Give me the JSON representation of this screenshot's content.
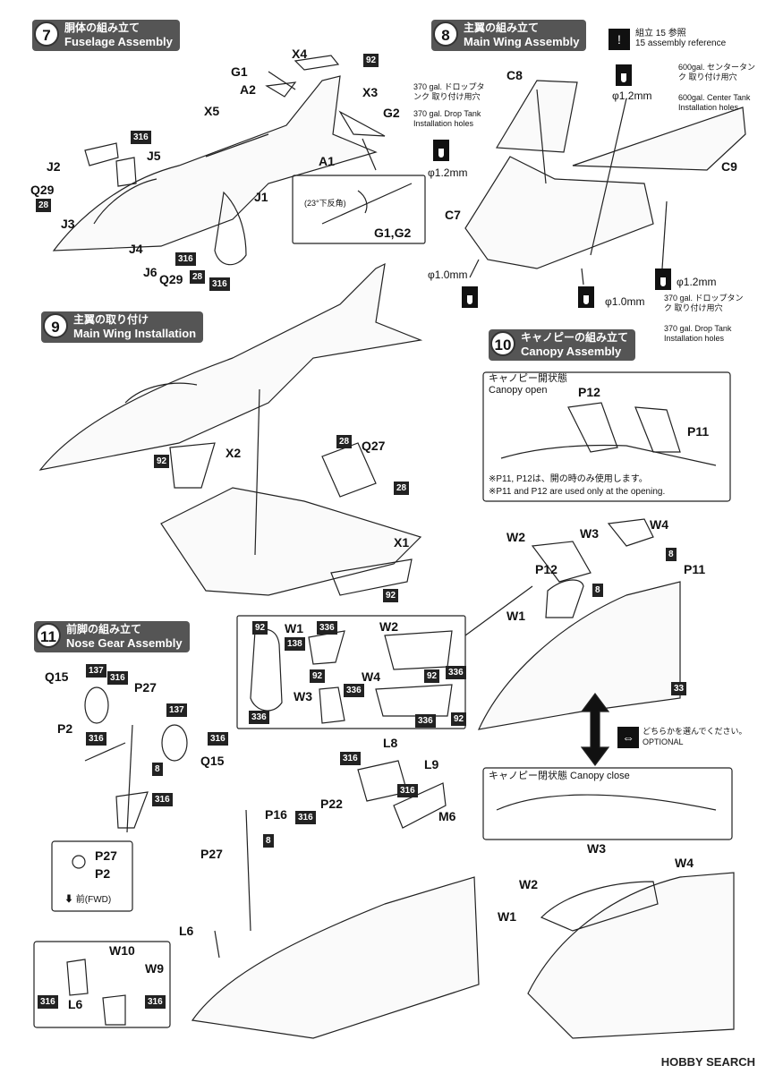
{
  "step7": {
    "num": "7",
    "jp": "胴体の組み立て",
    "en": "Fuselage Assembly"
  },
  "step8": {
    "num": "8",
    "jp": "主翼の組み立て",
    "en": "Main Wing Assembly"
  },
  "step9": {
    "num": "9",
    "jp": "主翼の取り付け",
    "en": "Main Wing Installation"
  },
  "step10": {
    "num": "10",
    "jp": "キャノピーの組み立て",
    "en": "Canopy Assembly"
  },
  "step11": {
    "num": "11",
    "jp": "前脚の組み立て",
    "en": "Nose Gear Assembly"
  },
  "ref": {
    "jp_a": "組立",
    "num": "15",
    "jp_b": "参照",
    "en": "assembly reference"
  },
  "notes": {
    "center_tank_jp": "600gal. センタータンク 取り付け用穴",
    "center_tank_en": "600gal. Center Tank Installation holes",
    "drop_tank_jp": "370 gal. ドロップタンク 取り付け用穴",
    "drop_tank_en": "370 gal. Drop Tank Installation holes",
    "canopy_open_jp": "キャノピー開状態",
    "canopy_open_en": "Canopy open",
    "canopy_note_jp": "※P11, P12は、開の時のみ使用します。",
    "canopy_note_en": "※P11 and P12 are used only at the opening.",
    "canopy_close": "キャノピー閉状態  Canopy close",
    "optional_jp": "どちらかを選んでください。",
    "optional_en": "OPTIONAL",
    "dihedral": "(23°下反角)",
    "fwd": "前(FWD)"
  },
  "dims": {
    "d12": "φ1.2mm",
    "d10": "φ1.0mm"
  },
  "parts": {
    "G1": "G1",
    "A2": "A2",
    "X4": "X4",
    "X3": "X3",
    "X5": "X5",
    "G2": "G2",
    "A1": "A1",
    "J2": "J2",
    "J5": "J5",
    "Q29": "Q29",
    "J3": "J3",
    "J4": "J4",
    "J6": "J6",
    "J1": "J1",
    "G1G2": "G1,G2",
    "C8": "C8",
    "C9": "C9",
    "C7": "C7",
    "X2": "X2",
    "Q27": "Q27",
    "X1": "X1",
    "P12": "P12",
    "P11": "P11",
    "W2": "W2",
    "W3": "W3",
    "W4": "W4",
    "W1": "W1",
    "Q15": "Q15",
    "P27": "P27",
    "P2": "P2",
    "L8": "L8",
    "L9": "L9",
    "M6": "M6",
    "P16": "P16",
    "P22": "P22",
    "L6": "L6",
    "W10": "W10",
    "W9": "W9"
  },
  "colors": {
    "c92": "92",
    "c316": "316",
    "c28": "28",
    "c138": "138",
    "c336": "336",
    "c137": "137",
    "c8": "8",
    "c33": "33"
  },
  "watermark": "HOBBY SEARCH"
}
